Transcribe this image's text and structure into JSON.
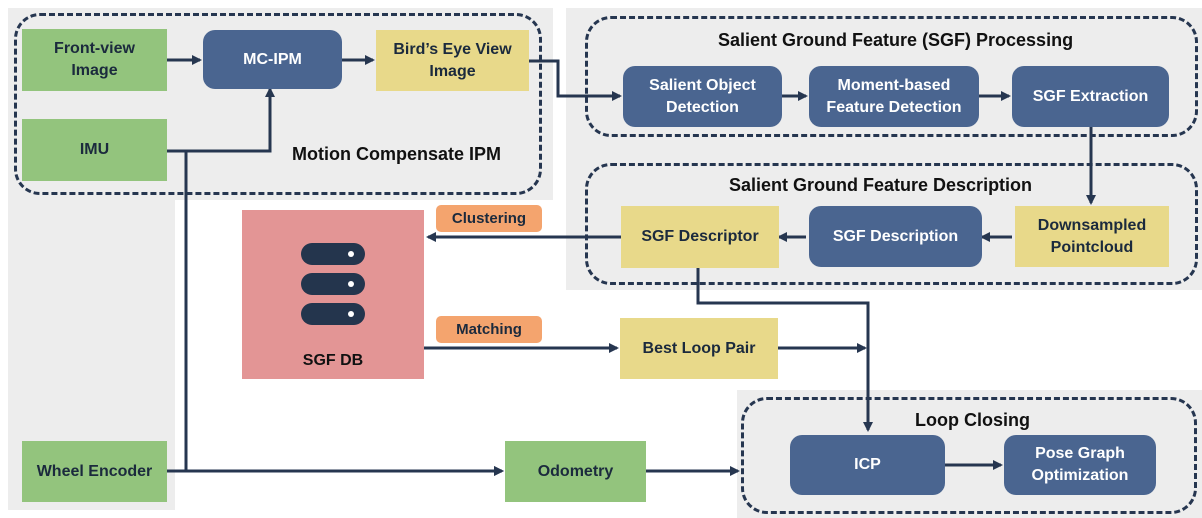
{
  "groups": {
    "mcipm": {
      "title": "Motion Compensate IPM"
    },
    "sgf_processing": {
      "title": "Salient Ground Feature (SGF) Processing"
    },
    "sgf_description": {
      "title": "Salient Ground Feature Description"
    },
    "loop_closing": {
      "title": "Loop Closing"
    }
  },
  "nodes": {
    "front_view": "Front-view\nImage",
    "imu": "IMU",
    "mc_ipm": "MC-IPM",
    "bev": "Bird’s Eye View\nImage",
    "salient_obj": "Salient Object\nDetection",
    "moment": "Moment-based\nFeature Detection",
    "sgf_extraction": "SGF Extraction",
    "downsampled": "Downsampled\nPointcloud",
    "sgf_desc_proc": "SGF Description",
    "sgf_descriptor": "SGF Descriptor",
    "sgf_db": "SGF DB",
    "best_loop": "Best Loop Pair",
    "wheel_encoder": "Wheel Encoder",
    "odometry": "Odometry",
    "icp": "ICP",
    "pgo": "Pose Graph\nOptimization"
  },
  "tags": {
    "clustering": "Clustering",
    "matching": "Matching"
  },
  "colors": {
    "green": "#93c47d",
    "yellow": "#e8d98a",
    "blue": "#4a6590",
    "orange": "#f4a46e",
    "db_red": "#e39595",
    "line": "#263650"
  },
  "icons": {
    "db": "database-icon"
  }
}
